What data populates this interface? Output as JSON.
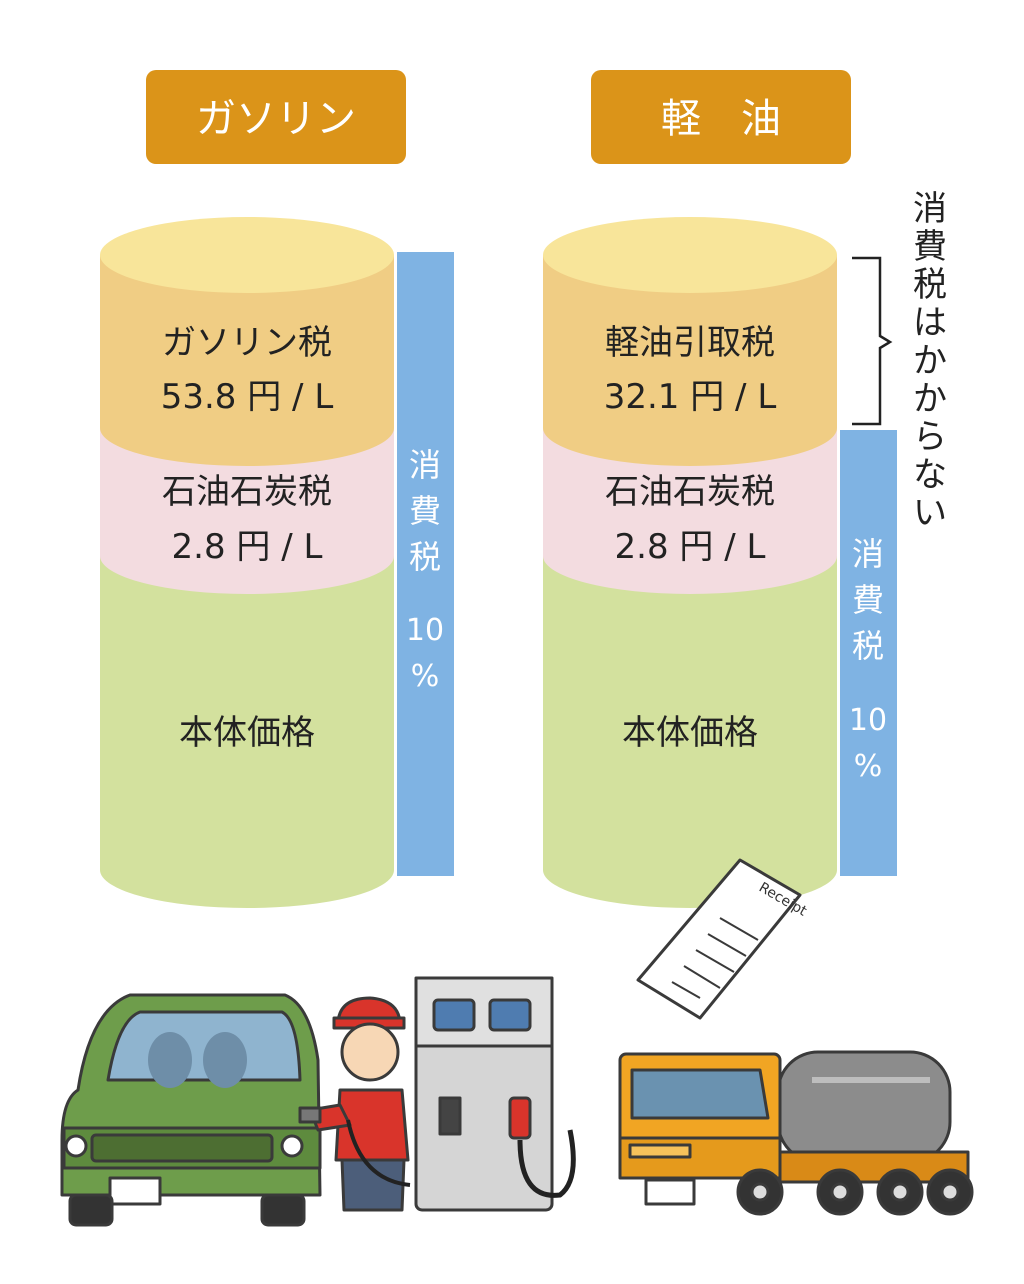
{
  "gasoline": {
    "title": "ガソリン",
    "tax1_name": "ガソリン税",
    "tax1_amount": "53.8 円 / L",
    "tax2_name": "石油石炭税",
    "tax2_amount": "2.8 円 / L",
    "base": "本体価格",
    "consumption_tax": [
      "消",
      "費",
      "税"
    ],
    "consumption_rate": [
      "10",
      "%"
    ]
  },
  "diesel": {
    "title": "軽　油",
    "tax1_name": "軽油引取税",
    "tax1_amount": "32.1 円 / L",
    "tax2_name": "石油石炭税",
    "tax2_amount": "2.8 円 / L",
    "base": "本体価格",
    "consumption_tax": [
      "消",
      "費",
      "税"
    ],
    "consumption_rate": [
      "10",
      "%"
    ],
    "note": [
      "消",
      "費",
      "税",
      "は",
      "か",
      "か",
      "ら",
      "な",
      "い"
    ]
  },
  "receipt_text": "Receipt",
  "colors": {
    "title_bg": "#DB9419",
    "top_layer": "#F0CD84",
    "cylinder_top": "#F8E59A",
    "middle_layer": "#F3DCE0",
    "base_layer": "#D3E19E",
    "tax_bar": "#7FB3E3",
    "tax_bar_text": "#ffffff"
  },
  "icons": [
    "green-car-icon",
    "gas-attendant-icon",
    "fuel-pump-icon",
    "receipt-icon",
    "tanker-truck-icon"
  ]
}
